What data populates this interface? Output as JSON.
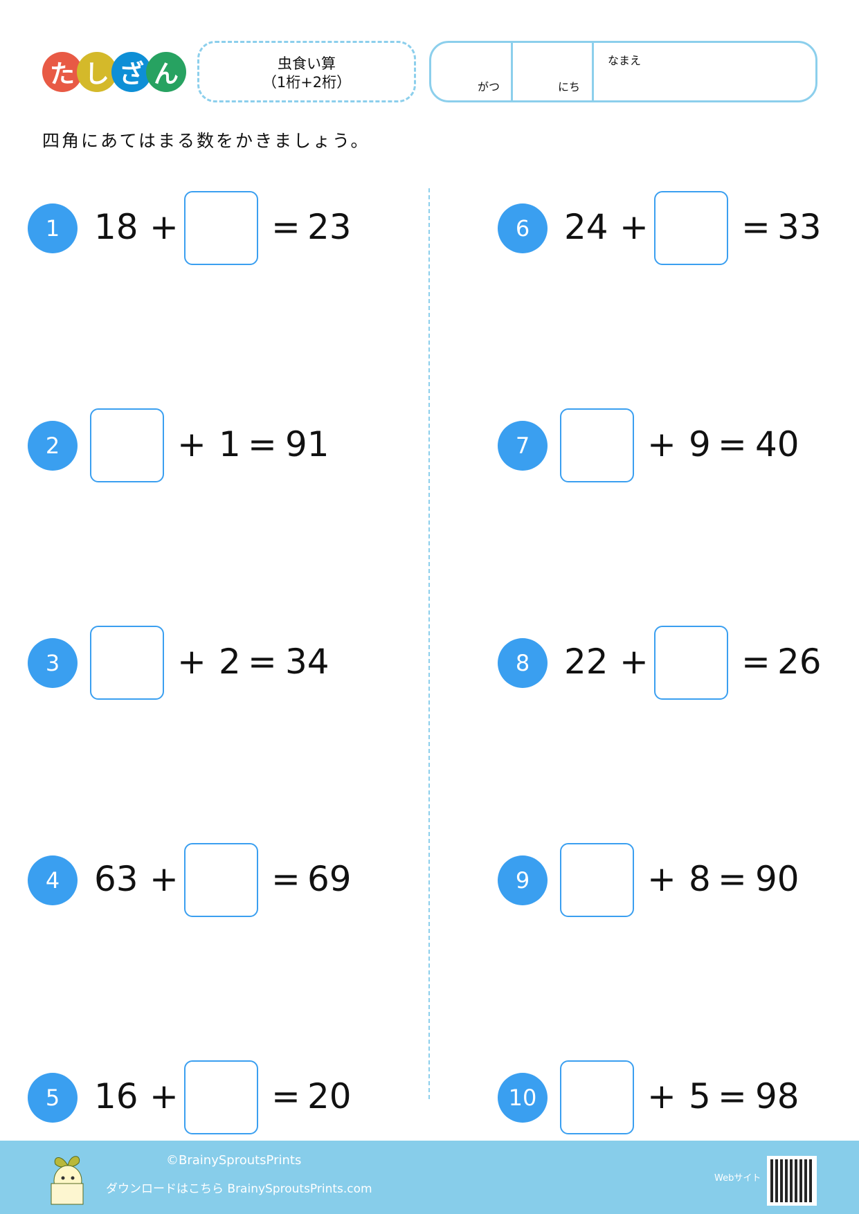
{
  "header": {
    "logo_chars": [
      "た",
      "し",
      "ざ",
      "ん"
    ],
    "logo_colors": [
      "#e85a45",
      "#d4b92a",
      "#0e8fd6",
      "#27a261"
    ],
    "title_line1": "虫食い算",
    "title_line2": "（1桁+2桁）",
    "month_label": "がつ",
    "day_label": "にち",
    "name_label": "なまえ"
  },
  "instruction": "四角にあてはまる数をかきましょう。",
  "problems": [
    {
      "n": "1",
      "a": "18",
      "op": "+",
      "b": null,
      "eq": "=",
      "r": "23"
    },
    {
      "n": "2",
      "a": null,
      "op": "+",
      "b": "1",
      "eq": "=",
      "r": "91"
    },
    {
      "n": "3",
      "a": null,
      "op": "+",
      "b": "2",
      "eq": "=",
      "r": "34"
    },
    {
      "n": "4",
      "a": "63",
      "op": "+",
      "b": null,
      "eq": "=",
      "r": "69"
    },
    {
      "n": "5",
      "a": "16",
      "op": "+",
      "b": null,
      "eq": "=",
      "r": "20"
    },
    {
      "n": "6",
      "a": "24",
      "op": "+",
      "b": null,
      "eq": "=",
      "r": "33"
    },
    {
      "n": "7",
      "a": null,
      "op": "+",
      "b": "9",
      "eq": "=",
      "r": "40"
    },
    {
      "n": "8",
      "a": "22",
      "op": "+",
      "b": null,
      "eq": "=",
      "r": "26"
    },
    {
      "n": "9",
      "a": null,
      "op": "+",
      "b": "8",
      "eq": "=",
      "r": "90"
    },
    {
      "n": "10",
      "a": null,
      "op": "+",
      "b": "5",
      "eq": "=",
      "r": "98"
    }
  ],
  "footer": {
    "copyright": "©BrainySproutsPrints",
    "download": "ダウンロードはこちら BrainySproutsPrints.com",
    "web_label": "Webサイト"
  }
}
